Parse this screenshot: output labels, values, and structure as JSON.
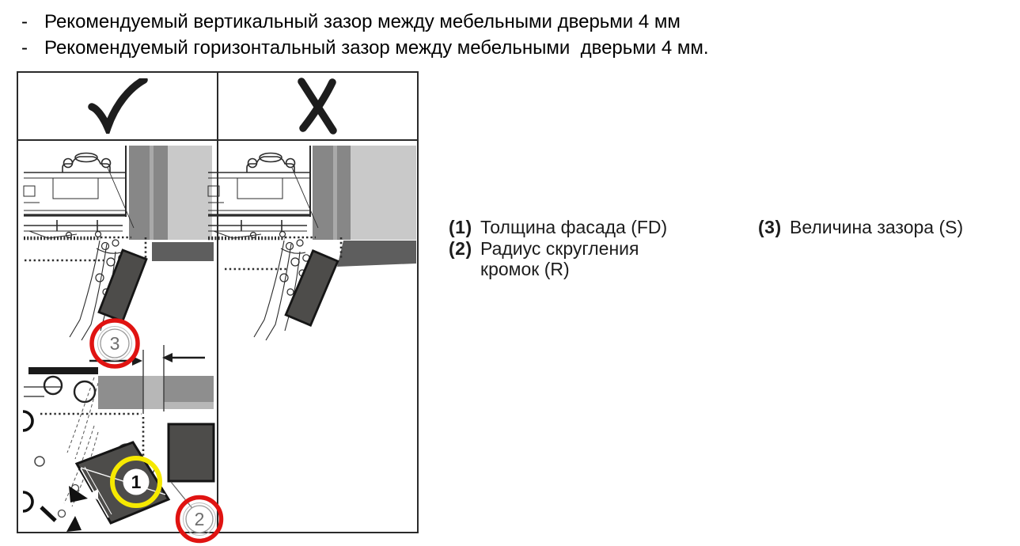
{
  "bullets": [
    {
      "marker": "-",
      "text": "Рекомендуемый вертикальный зазор между мебельными дверьми 4 мм"
    },
    {
      "marker": "-",
      "text": "Рекомендуемый горизонтальный зазор между мебельными  дверьми 4 мм."
    }
  ],
  "figure": {
    "columns": [
      {
        "id": "correct",
        "icon": "check-icon"
      },
      {
        "id": "incorrect",
        "icon": "cross-icon"
      }
    ],
    "callouts": [
      {
        "num": "1",
        "ring": "yellow"
      },
      {
        "num": "2",
        "ring": "red"
      },
      {
        "num": "3",
        "ring": "red"
      }
    ]
  },
  "legend": {
    "items": [
      {
        "num": "(1)",
        "label": "Толщина фасада (FD)"
      },
      {
        "num": "(2)",
        "label": "Радиус скругления кромок (R)"
      },
      {
        "num": "(3)",
        "label": "Величина зазора (S)"
      }
    ]
  },
  "colors": {
    "annotation_red": "#e01311",
    "annotation_yellow": "#f6e900",
    "panel_light_gray": "#c9c9c9",
    "panel_mid_gray": "#878787",
    "bar_dark_gray": "#5e5e5e",
    "door_dark": "#4d4c4a",
    "line_black": "#2b2b2b"
  }
}
